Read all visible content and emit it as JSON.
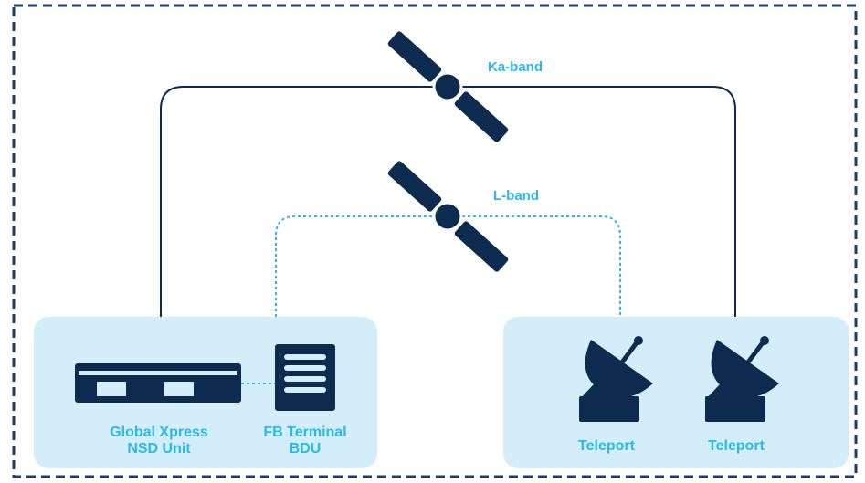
{
  "diagram": {
    "colors": {
      "navy": "#0d2a4f",
      "cyan": "#2ab8e6",
      "panel": "#d4eef9",
      "border": "#1c3d66"
    },
    "links": {
      "ka_band_label": "Ka-band",
      "l_band_label": "L-band"
    },
    "left_panel": {
      "gx_unit_label_line1": "Global Xpress",
      "gx_unit_label_line2": "NSD Unit",
      "fb_terminal_label_line1": "FB Terminal",
      "fb_terminal_label_line2": "BDU"
    },
    "right_panel": {
      "teleport_1_label": "Teleport",
      "teleport_2_label": "Teleport"
    }
  }
}
